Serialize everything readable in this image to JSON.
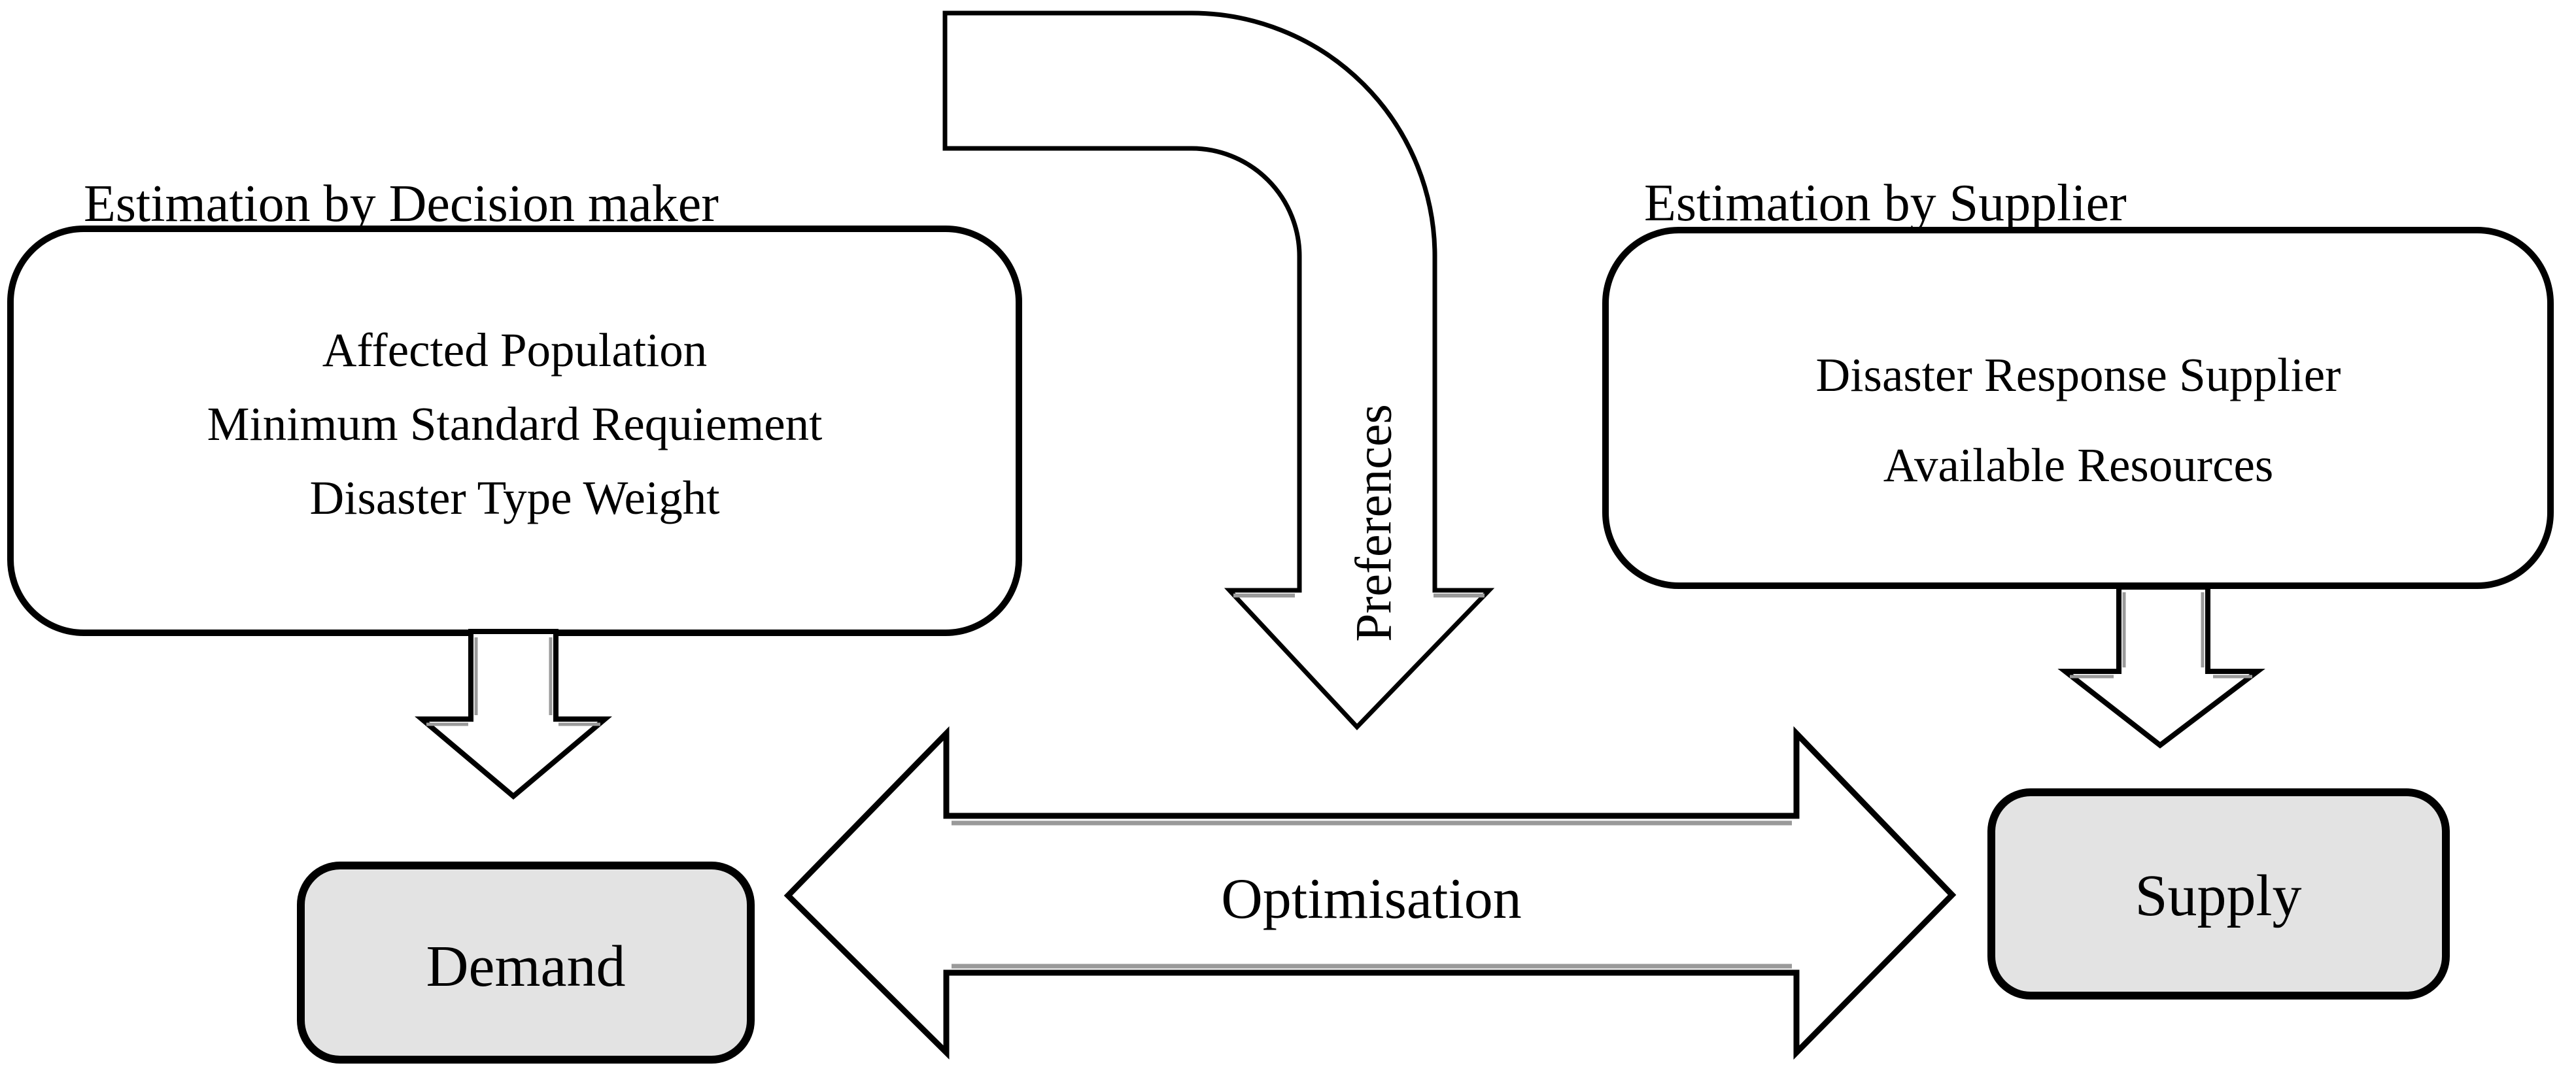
{
  "diagram": {
    "colors": {
      "background": "#ffffff",
      "stroke": "#000000",
      "white_fill": "#ffffff",
      "gray_fill": "#e3e3e3",
      "shadow": "#9a9a9a"
    },
    "decision": {
      "label": "Estimation by Decision maker",
      "items": [
        "Affected Population",
        "Minimum Standard Requiement",
        "Disaster Type Weight"
      ]
    },
    "supplier": {
      "label": "Estimation by Supplier",
      "items": [
        "Disaster Response Supplier",
        "Available Resources"
      ]
    },
    "preferences_label": "Preferences",
    "optimisation_label": "Optimisation",
    "demand_label": "Demand",
    "supply_label": "Supply"
  }
}
